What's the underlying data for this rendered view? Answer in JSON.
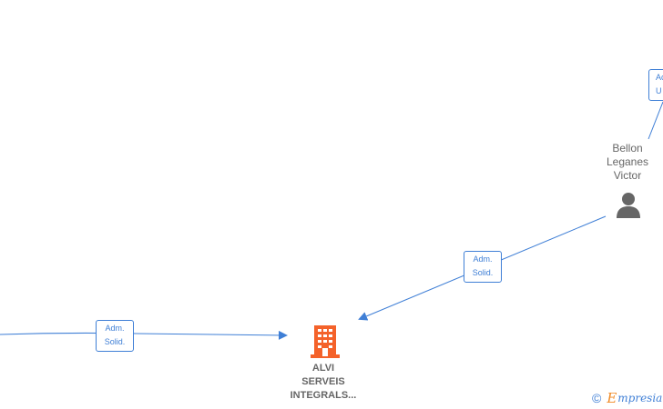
{
  "nodes": {
    "company": {
      "name_lines": [
        "ALVI",
        "SERVEIS",
        "INTEGRALS..."
      ]
    },
    "person": {
      "name_lines": [
        "Bellon",
        "Leganes",
        "Victor"
      ]
    }
  },
  "edge_labels": {
    "left": [
      "Adm.",
      "Solid."
    ],
    "middle": [
      "Adm.",
      "Solid."
    ],
    "topright": [
      "Ac",
      "U"
    ]
  },
  "colors": {
    "edge": "#3f7fd6",
    "company_icon": "#f4622a",
    "person_icon": "#666666",
    "text": "#666666"
  },
  "brand": {
    "copyright": "©",
    "logo_initial": "E",
    "logo_rest": "mpresia"
  }
}
